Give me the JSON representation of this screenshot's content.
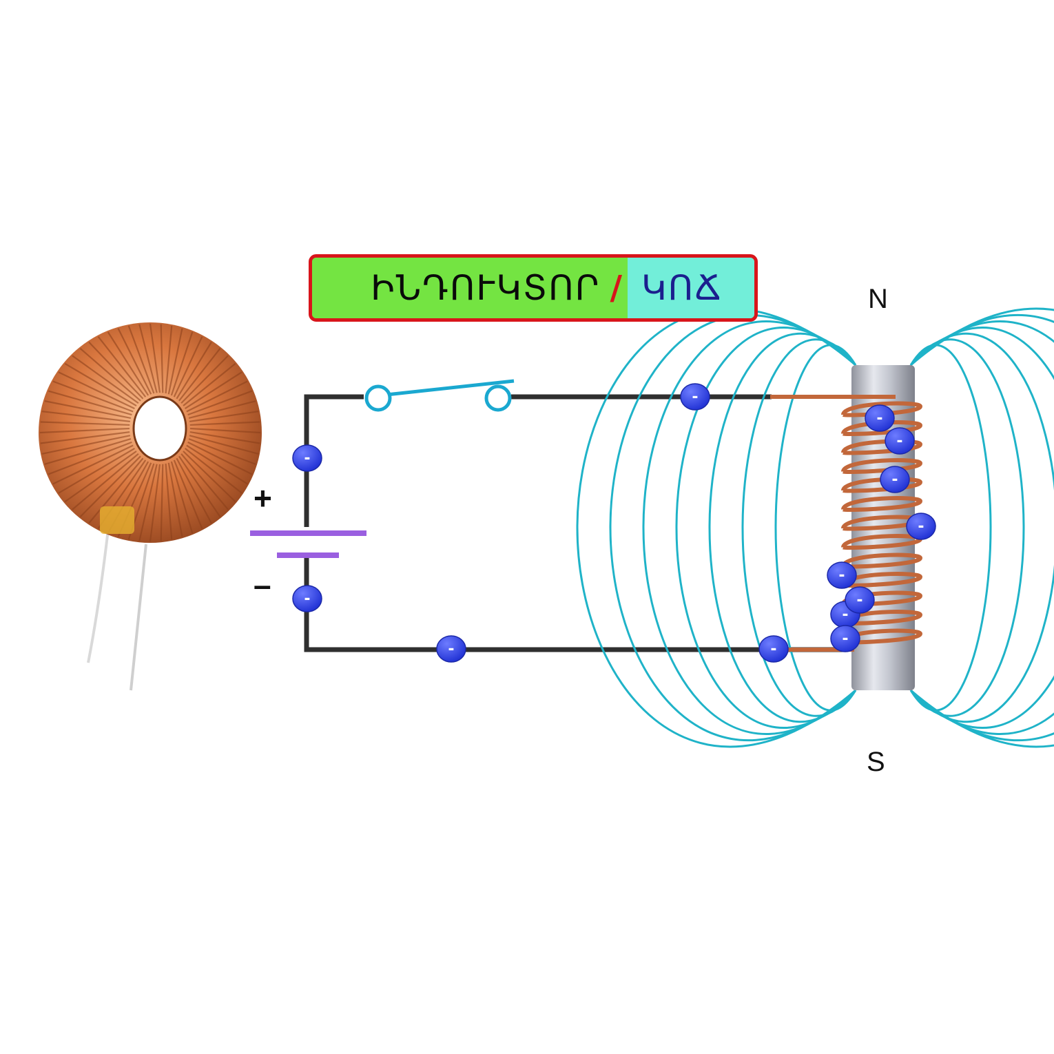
{
  "title": {
    "word_left": "ԻՆԴՈՒԿՏՈՐ",
    "separator": "/",
    "word_right": "ԿՈՃ",
    "left_text_color": "#0a0a0a",
    "right_text_color": "#1b1f8e",
    "separator_color": "#d8151b"
  },
  "poles": {
    "north": "N",
    "south": "S"
  },
  "battery": {
    "positive": "+",
    "negative": "–"
  },
  "electron_sign": "-",
  "colors": {
    "wire": "#2f2f2f",
    "switch": "#1aa8d0",
    "field_lines": "#1fb3c8",
    "battery_plates": "#9a5fe0",
    "electron": "#2f45e8",
    "copper": "#c2673a",
    "core": "#b9bcc6"
  },
  "icons": [
    "toroidal-inductor-icon",
    "battery-icon",
    "switch-icon",
    "solenoid-coil-icon",
    "electron-icon"
  ]
}
